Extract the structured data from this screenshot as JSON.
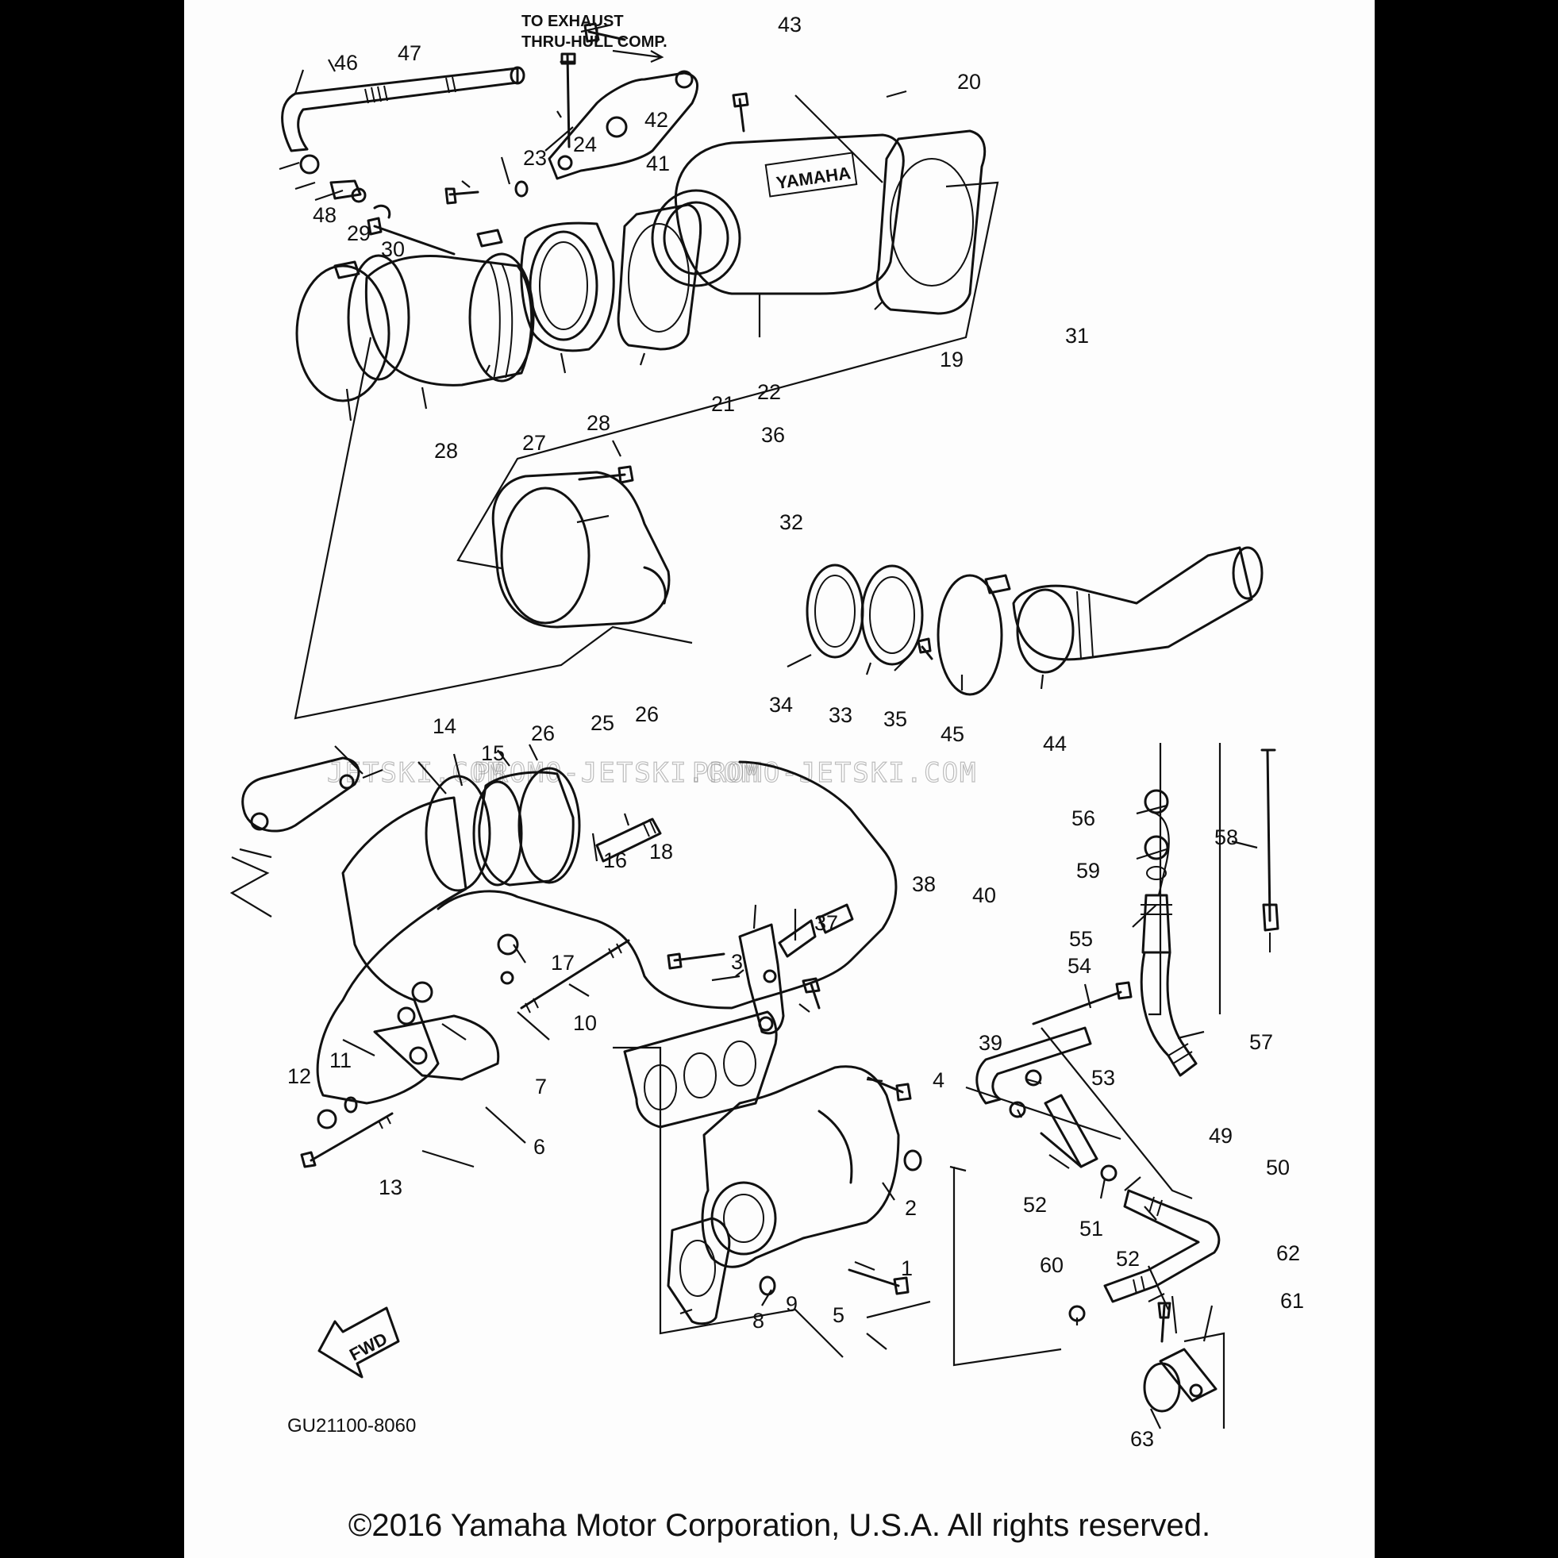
{
  "annotations": {
    "exhaust_note_line1": "TO EXHAUST",
    "exhaust_note_line2": "THRU-HULL COMP.",
    "diagram_code": "GU21100-8060",
    "fwd_label": "FWD",
    "brand_label": "YAMAHA",
    "copyright": "©2016 Yamaha Motor Corporation, U.S.A. All rights reserved."
  },
  "watermark": {
    "left": "JETSKI.COM",
    "middle": "PROMO-JETSKI.COM",
    "right": "PROMO-JETSKI.COM"
  },
  "callouts": [
    "1",
    "2",
    "3",
    "4",
    "5",
    "6",
    "7",
    "8",
    "9",
    "10",
    "11",
    "12",
    "13",
    "14",
    "15",
    "16",
    "17",
    "18",
    "19",
    "20",
    "21",
    "22",
    "23",
    "24",
    "25",
    "26",
    "26",
    "27",
    "28",
    "28",
    "29",
    "30",
    "31",
    "32",
    "33",
    "34",
    "35",
    "36",
    "37",
    "38",
    "39",
    "40",
    "41",
    "42",
    "43",
    "44",
    "45",
    "46",
    "47",
    "48",
    "49",
    "50",
    "51",
    "52",
    "52",
    "53",
    "54",
    "55",
    "56",
    "57",
    "58",
    "59",
    "60",
    "61",
    "62",
    "63"
  ]
}
